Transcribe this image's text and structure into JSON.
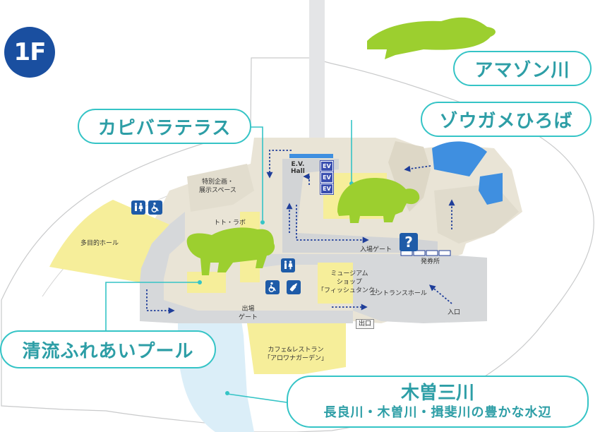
{
  "floor": {
    "label": "1F"
  },
  "callouts": {
    "amazon": "アマゾン川",
    "zougame": "ゾウガメひろば",
    "capybara": "カピバラテラス",
    "seiryu": "清流ふれあいプール",
    "kiso_title": "木曽三川",
    "kiso_sub": "長良川・木曽川・揖斐川の豊かな水辺"
  },
  "labels": {
    "special_exhibit_1": "特別企画・",
    "special_exhibit_2": "展示スペース",
    "toto_lab": "トト・ラボ",
    "multipurpose_hall": "多目的ホール",
    "ev_hall_1": "E.V.",
    "ev_hall_2": "Hall",
    "ev": "EV",
    "entry_gate": "入場ゲート",
    "ticket_office": "発券所",
    "museum_shop_1": "ミュージアム",
    "museum_shop_2": "ショップ",
    "museum_shop_3": "「フィッシュタンク」",
    "entrance_hall": "エントランスホール",
    "entrance": "入口",
    "exit_gate_1": "出場",
    "exit_gate_2": "ゲート",
    "exit": "出口",
    "cafe_1": "カフェ&レストラン",
    "cafe_2": "「アロワナガーデン」",
    "info": "?"
  },
  "icons": {
    "restroom_1": "restroom-icon",
    "wheelchair_1": "wheelchair-icon",
    "restroom_2": "restroom-icon",
    "wheelchair_2": "wheelchair-icon",
    "baby_bottle": "baby-bottle-icon",
    "info": "info-icon"
  },
  "colors": {
    "badge": "#1a4fa0",
    "callout_border": "#35c4c6",
    "callout_text": "#2d9ea6",
    "floor_beige": "#e9e4d6",
    "corridor_grey": "#d6d8da",
    "yellow_area": "#f6ee9a",
    "water_blue": "#dbeef8",
    "pool_blue": "#3f8fe0",
    "animal_green": "#9ccf2f",
    "route_blue": "#1f3e9a"
  }
}
